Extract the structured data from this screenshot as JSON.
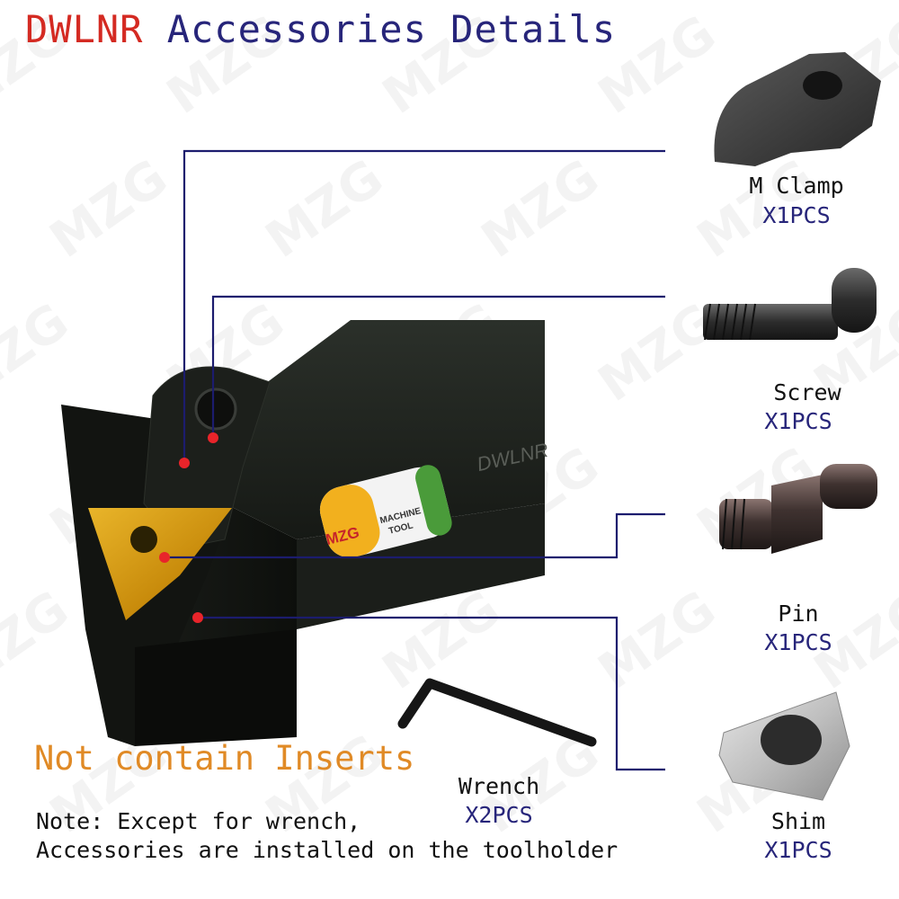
{
  "title": {
    "code": "DWLNR",
    "rest": "Accessories Details"
  },
  "watermark": "MZG",
  "holder": {
    "logo": "MZG",
    "badge_line1": "MACHINE",
    "badge_line2": "TOOL",
    "model_text": "DWLNR"
  },
  "accessories": [
    {
      "name": "M Clamp",
      "qty": "X1PCS"
    },
    {
      "name": "Screw",
      "qty": "X1PCS"
    },
    {
      "name": "Pin",
      "qty": "X1PCS"
    },
    {
      "name": "Shim",
      "qty": "X1PCS"
    }
  ],
  "wrench": {
    "name": "Wrench",
    "qty": "X2PCS"
  },
  "notice": "Not contain Inserts",
  "note_line1": "Note: Except for wrench,",
  "note_line2": "Accessories are installed on the toolholder",
  "colors": {
    "title_code": "#d42a22",
    "title_text": "#27257a",
    "leader_line": "#1c1c6e",
    "marker_dot": "#e8242a",
    "notice_text": "#e08a26",
    "insert_gold": "#d4960f"
  }
}
